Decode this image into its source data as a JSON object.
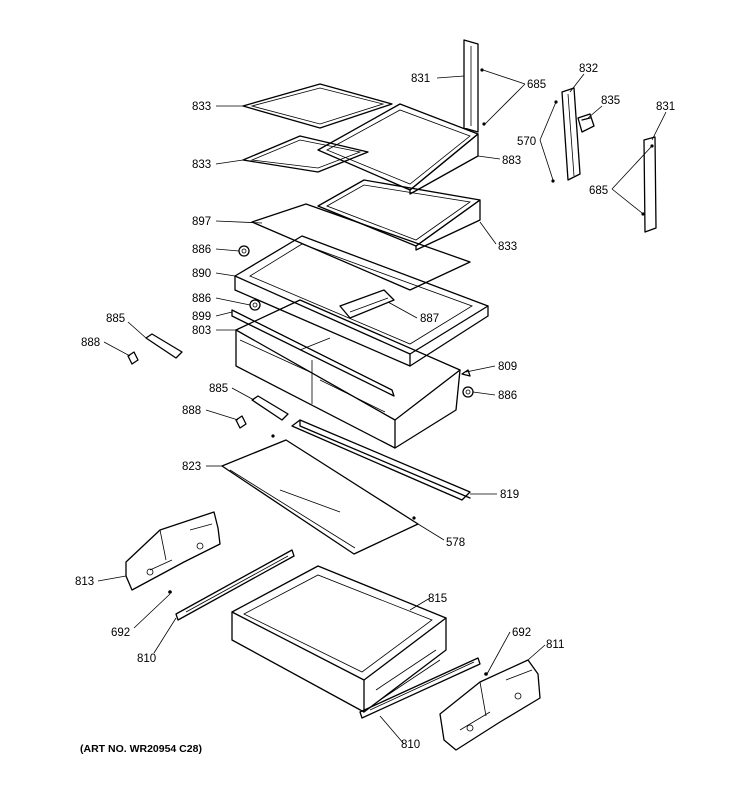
{
  "caption": "(ART NO. WR20954 C28)",
  "callouts": {
    "c831a": "831",
    "c685a": "685",
    "c832": "832",
    "c835": "835",
    "c831b": "831",
    "c570": "570",
    "c685b": "685",
    "c833a": "833",
    "c833b": "833",
    "c883": "883",
    "c833c": "833",
    "c897": "897",
    "c886a": "886",
    "c890": "890",
    "c886b": "886",
    "c899": "899",
    "c887": "887",
    "c885a": "885",
    "c803": "803",
    "c888a": "888",
    "c809": "809",
    "c886c": "886",
    "c885b": "885",
    "c888b": "888",
    "c823": "823",
    "c819": "819",
    "c578": "578",
    "c813": "813",
    "c815": "815",
    "c692a": "692",
    "c810a": "810",
    "c692b": "692",
    "c811": "811",
    "c810b": "810"
  }
}
